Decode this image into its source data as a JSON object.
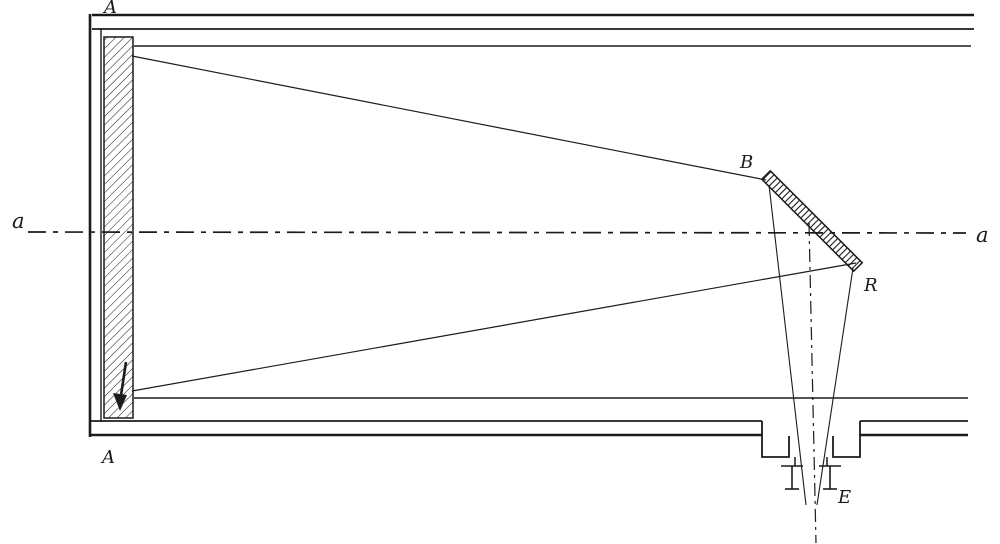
{
  "figure": {
    "labels": {
      "primary_top": "A",
      "primary_bottom": "A",
      "axis_left": "a",
      "axis_right": "a",
      "secondary_top": "B",
      "secondary_bottom": "R",
      "eyepiece": "E"
    },
    "colors": {
      "ink": "#1b1b1b",
      "paper": "#ffffff"
    }
  }
}
